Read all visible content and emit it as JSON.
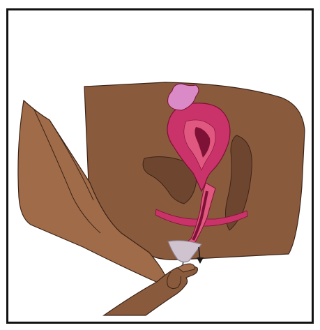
{
  "figure": {
    "subject": "illustration",
    "elements": [
      "pelvis-torso",
      "thigh",
      "uterus",
      "ovary",
      "bladder",
      "rectum",
      "vaginal-canal",
      "menstrual-cup",
      "hand",
      "pull-arrow"
    ]
  },
  "colors": {
    "frame": "#111111",
    "background": "#ffffff",
    "skin": "#8a5a3c",
    "skin_shadow": "#6e4630",
    "skin_light": "#a06b49",
    "outline": "#3b2418",
    "organ": "#c9336a",
    "organ_light": "#e0577f",
    "organ_dark": "#7d1236",
    "ovary": "#d98ac7",
    "cup": "#cfc3cf",
    "cup_edge": "#8a7e8a",
    "arrow": "#1a1a1a"
  }
}
